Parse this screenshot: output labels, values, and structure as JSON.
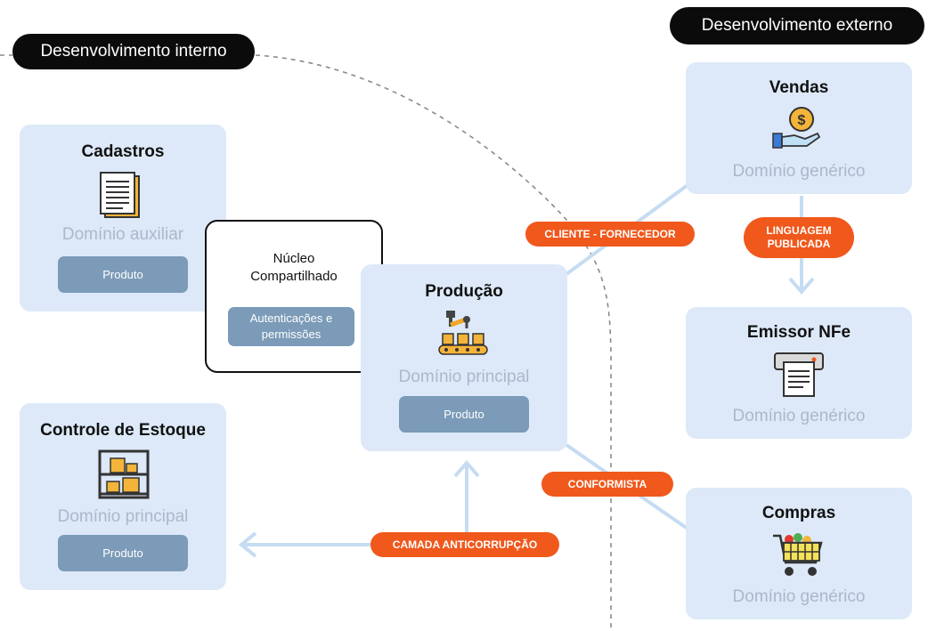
{
  "headers": {
    "internal": "Desenvolvimento interno",
    "external": "Desenvolvimento externo"
  },
  "cards": {
    "cadastros": {
      "title": "Cadastros",
      "subtitle": "Domínio auxiliar",
      "button": "Produto",
      "icon": "document-icon"
    },
    "estoque": {
      "title": "Controle de Estoque",
      "subtitle": "Domínio principal",
      "button": "Produto",
      "icon": "warehouse-shelf-icon"
    },
    "producao": {
      "title": "Produção",
      "subtitle": "Domínio principal",
      "button": "Produto",
      "icon": "robot-arm-conveyor-icon"
    },
    "vendas": {
      "title": "Vendas",
      "subtitle": "Domínio genérico",
      "icon": "hand-coin-icon"
    },
    "emissor": {
      "title": "Emissor NFe",
      "subtitle": "Domínio genérico",
      "icon": "receipt-printer-icon"
    },
    "compras": {
      "title": "Compras",
      "subtitle": "Domínio genérico",
      "icon": "shopping-cart-icon"
    }
  },
  "nucleo": {
    "title_line1": "Núcleo",
    "title_line2": "Compartilhado",
    "button_line1": "Autenticações e",
    "button_line2": "permissões"
  },
  "relations": {
    "cliente_fornecedor": "CLIENTE - FORNECEDOR",
    "linguagem_line1": "LINGUAGEM",
    "linguagem_line2": "PUBLICADA",
    "conformista": "CONFORMISTA",
    "anticorrupcao": "CAMADA ANTICORRUPÇÃO"
  },
  "colors": {
    "card_bg": "#dde9f8",
    "button_bg": "#7b9bb8",
    "tag_bg": "#f0581c",
    "connector": "#c5dcf2",
    "header_bg": "#0b0b0b"
  }
}
